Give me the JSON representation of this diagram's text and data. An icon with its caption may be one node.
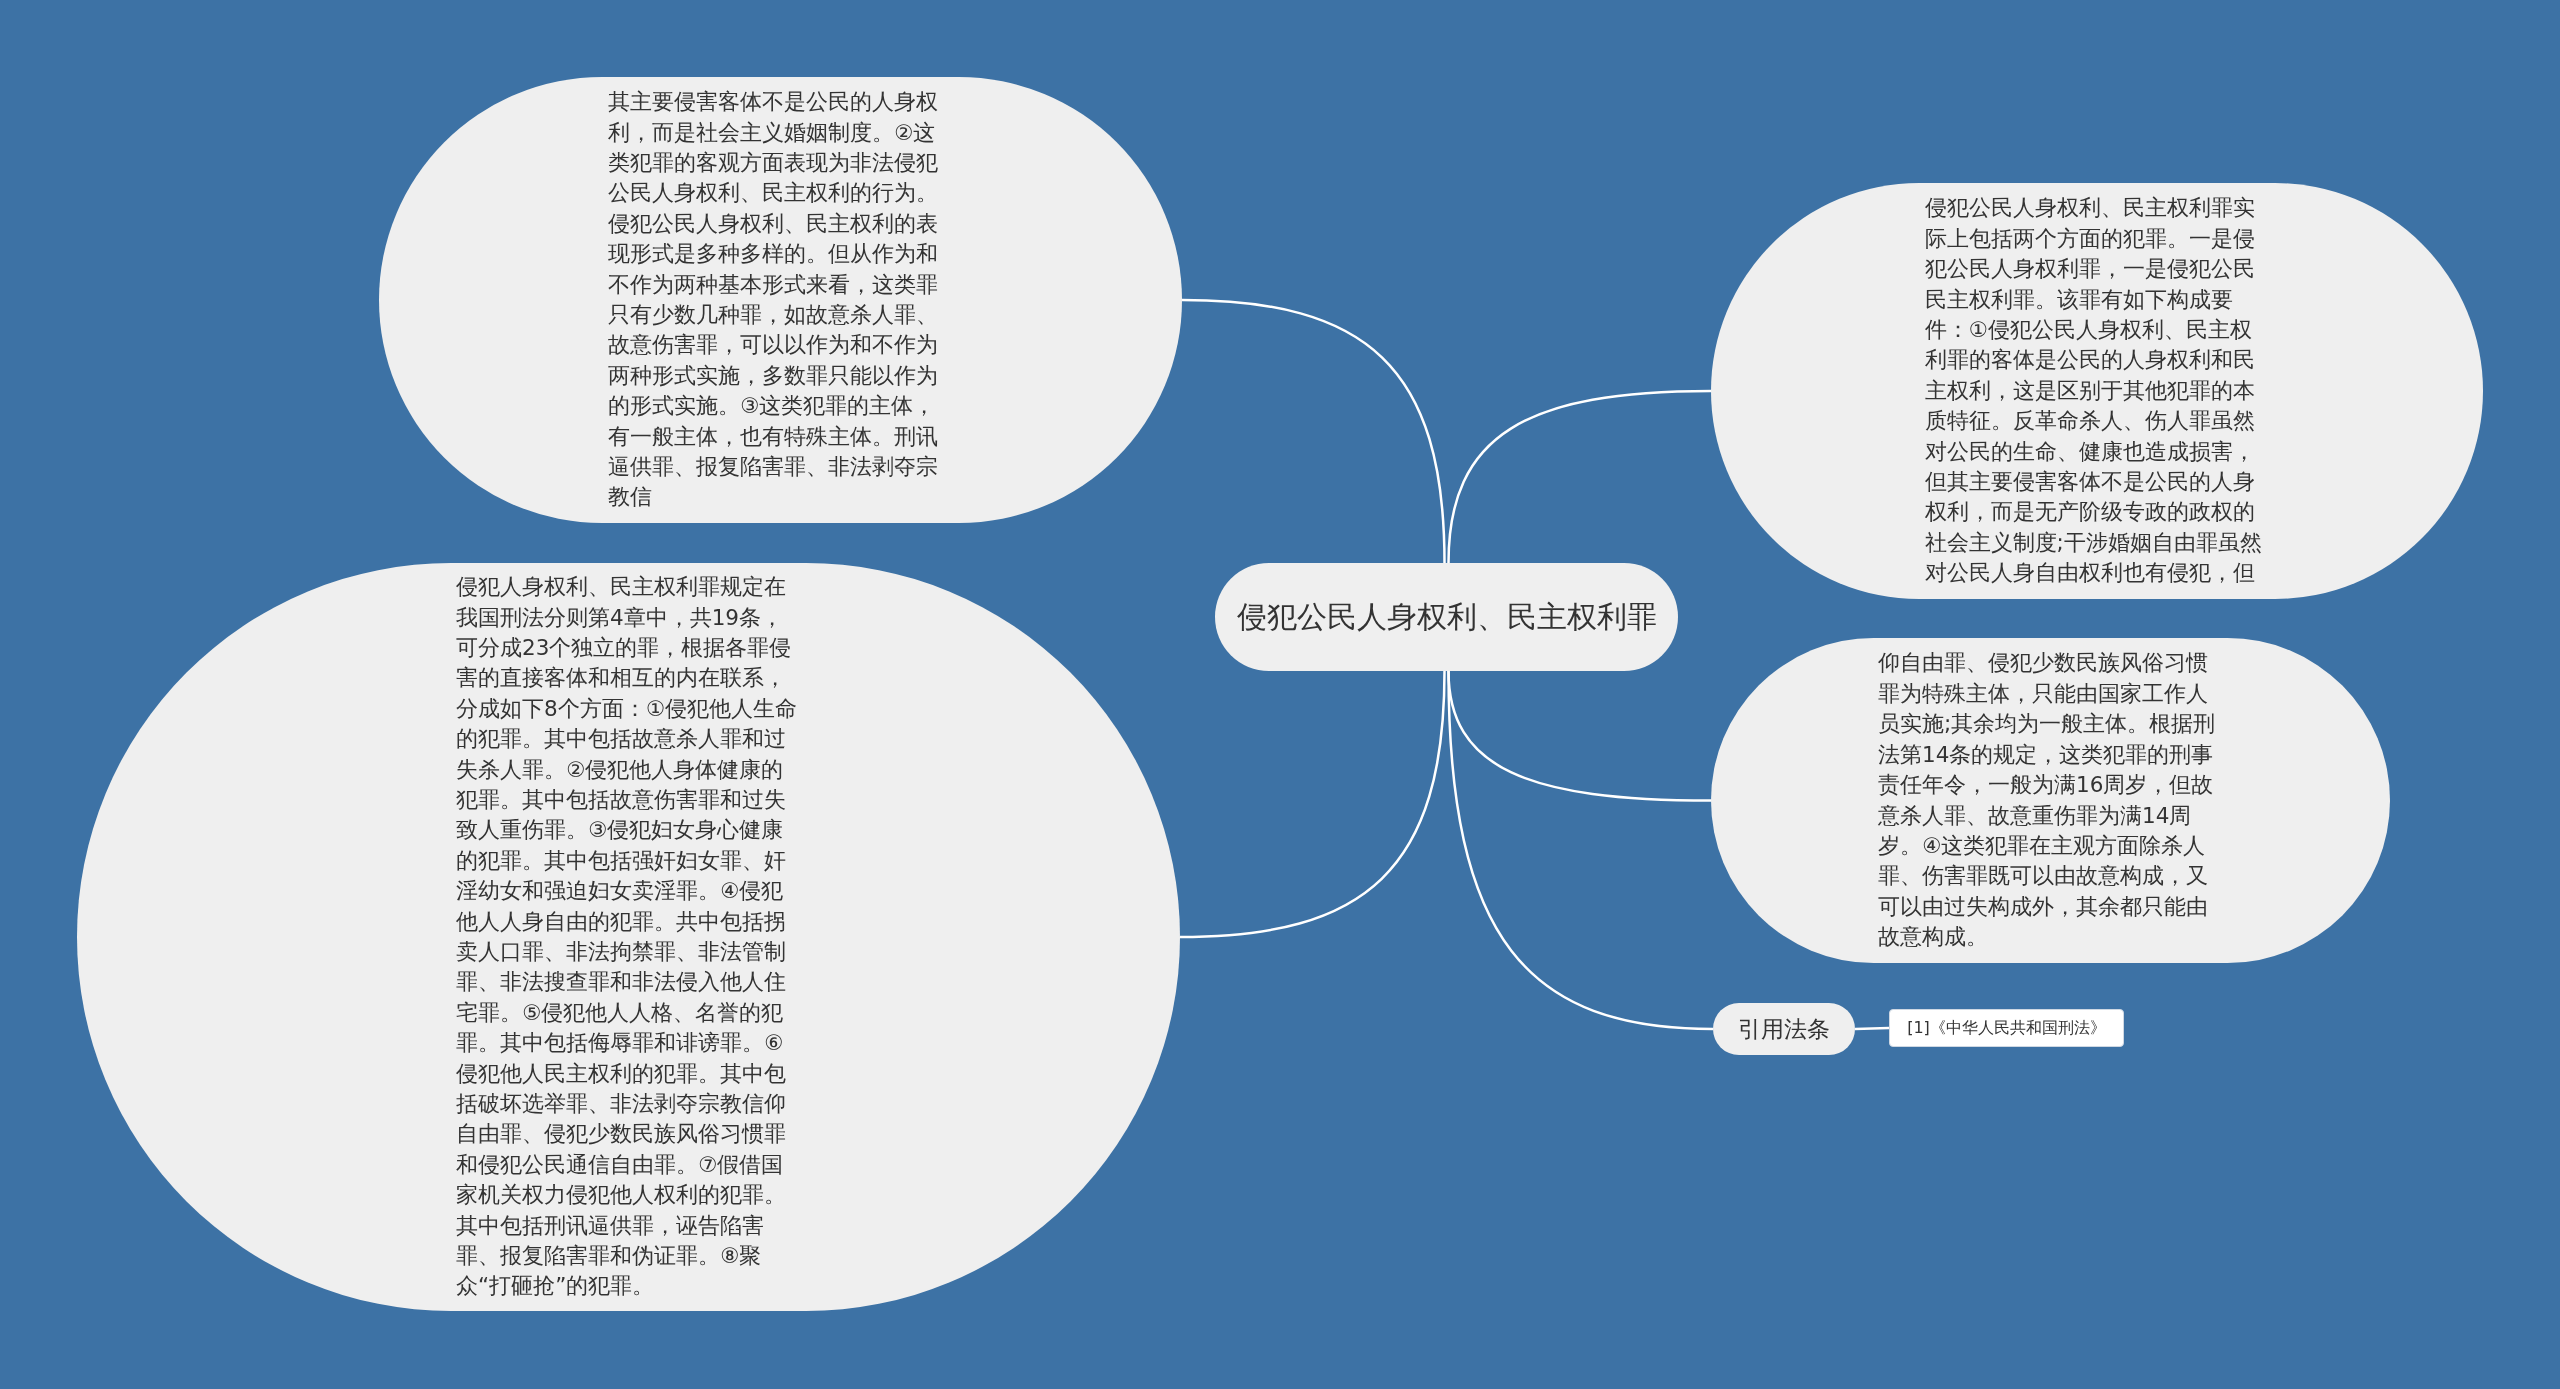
{
  "diagram": {
    "nodes": [
      {
        "text": [
          "侵犯公民人身权利、民主权利罪"
        ]
      },
      {
        "text": [
          "其主要侵害客体不是公民的人身权利，而是社会主义婚姻制度。②这类犯罪的客观方面表现为非法侵犯公民人身权利、民主权利的行为。侵犯公民人身权利、民主权利的表现形式是多种多样的。但从作为和不作为两种基本形式来看，这类罪只有少数几种罪，如故意杀人罪、故意伤害罪，可以以作为和不作为两种形式实施，多数罪只能以作为的形式实施。③这类犯罪的主体，有一般主体，也有特殊主体。刑讯逼供罪、报复陷害罪、非法剥夺宗教信"
        ]
      },
      {
        "text": [
          "侵犯人身权利、民主权利罪规定在我国刑法分则第4章中，共19条，可分成23个独立的罪，根据各罪侵害的直接客体和相互的内在联系，分成如下8个方面：①侵犯他人生命的犯罪。其中包括故意杀人罪和过失杀人罪。②侵犯他人身体健康的犯罪。其中包括故意伤害罪和过失致人重伤罪。③侵犯妇女身心健康的犯罪。其中包括强奸妇女罪、奸淫幼女和强迫妇女卖淫罪。④侵犯他人人身自由的犯罪。共中包括拐卖人口罪、非法拘禁罪、非法管制罪、非法搜查罪和非法侵入他人住宅罪。⑤侵犯他人人格、名誉的犯罪。其中包括侮辱罪和诽谤罪。⑥侵犯他人民主权利的犯罪。其中包括破坏选举罪、非法剥夺宗教信仰自由罪、侵犯少数民族风俗习惯罪和侵犯公民通信自由罪。⑦假借国家机关权力侵犯他人权利的犯罪。其中包括刑讯逼供罪，诬告陷害罪、报复陷害罪和伪证罪。⑧聚众“打砸抢”的犯罪。"
        ]
      },
      {
        "text": [
          "侵犯公民人身权利、民主权利罪实际上包括两个方面的犯罪。一是侵犯公民人身权利罪，一是侵犯公民民主权利罪。该罪有如下构成要件：①侵犯公民人身权利、民主权利罪的客体是公民的人身权利和民主权利，这是区别于其他犯罪的本质特征。反革命杀人、伤人罪虽然对公民的生命、健康也造成损害，但其主要侵害客体不是公民的人身权利，而是无产阶级专政的政权的社会主义制度;干涉婚姻自由罪虽然对公民人身自由权利也有侵犯，但"
        ]
      },
      {
        "text": [
          "仰自由罪、侵犯少数民族风俗习惯罪为特殊主体，只能由国家工作人员实施;其余均为一般主体。根据刑法第14条的规定，这类犯罪的刑事责任年令，一般为满16周岁，但故意杀人罪、故意重伤罪为满14周岁。④这类犯罪在主观方面除杀人罪、伤害罪既可以由故意构成，又可以由过失构成外，其余都只能由故意构成。"
        ]
      },
      {
        "text": [
          "引用法条"
        ]
      },
      {
        "text": [
          "[1]《中华人民共和国刑法》"
        ]
      }
    ],
    "edges": [
      {
        "from": 0,
        "to": 1,
        "arrow": "none"
      },
      {
        "from": 0,
        "to": 2,
        "arrow": "none"
      },
      {
        "from": 0,
        "to": 3,
        "arrow": "none"
      },
      {
        "from": 0,
        "to": 4,
        "arrow": "none"
      },
      {
        "from": 0,
        "to": 5,
        "arrow": "none"
      },
      {
        "from": 5,
        "to": 6,
        "arrow": "none"
      }
    ]
  }
}
